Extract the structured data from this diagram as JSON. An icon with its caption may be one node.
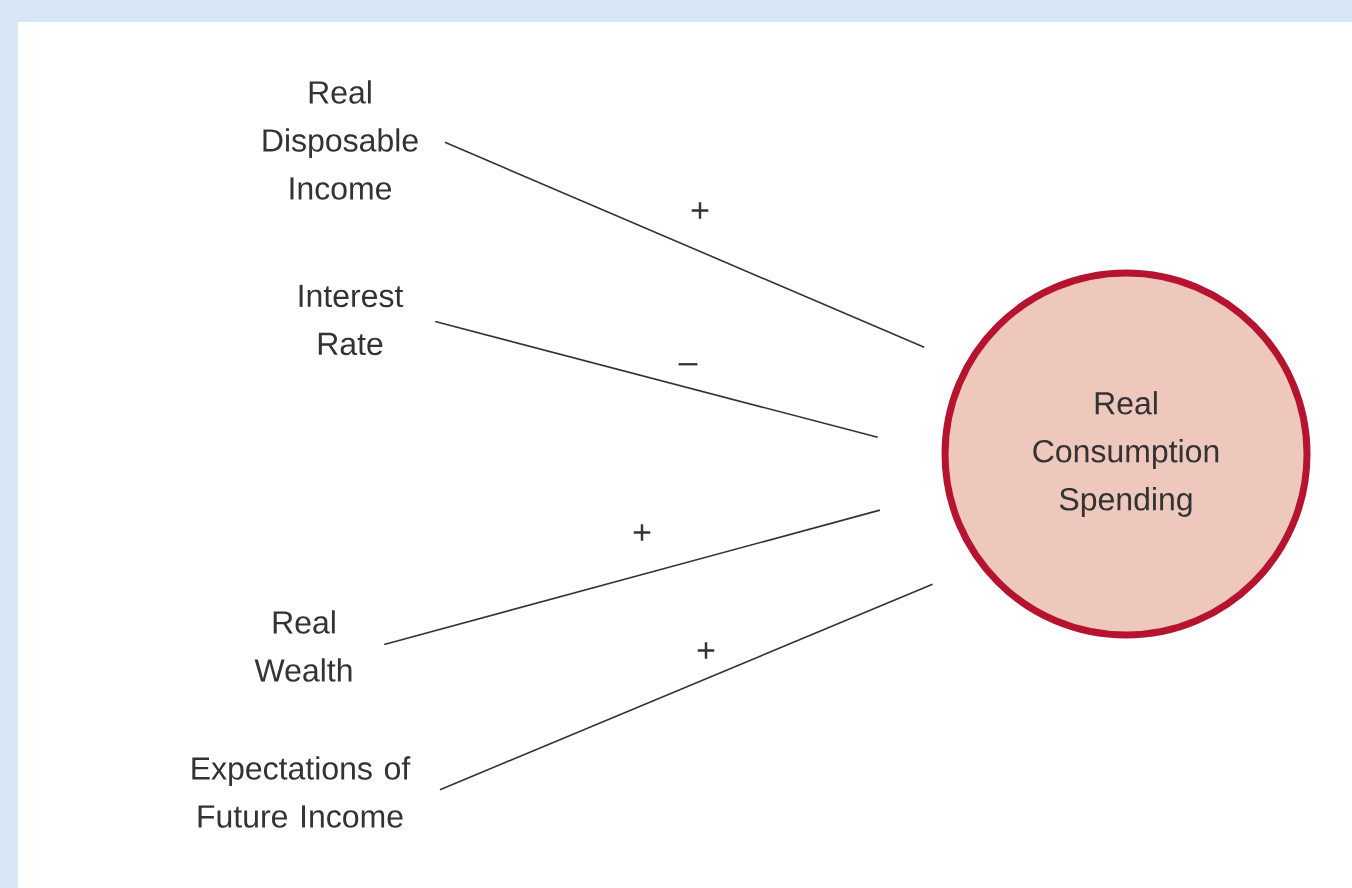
{
  "diagram": {
    "nodes": [
      {
        "text": [
          "Real Disposable Income"
        ]
      },
      {
        "text": [
          "Interest Rate"
        ]
      },
      {
        "text": [
          "Real Wealth"
        ]
      },
      {
        "text": [
          "Expectations of Future Income"
        ]
      },
      {
        "text": [
          "Real Consumption Spending"
        ]
      }
    ],
    "edges": [
      {
        "from": 0,
        "to": 4,
        "arrow": "none",
        "label": "+"
      },
      {
        "from": 1,
        "to": 4,
        "arrow": "none",
        "label": "–"
      },
      {
        "from": 2,
        "to": 4,
        "arrow": "none",
        "label": "+"
      },
      {
        "from": 3,
        "to": 4,
        "arrow": "none",
        "label": "+"
      }
    ]
  }
}
